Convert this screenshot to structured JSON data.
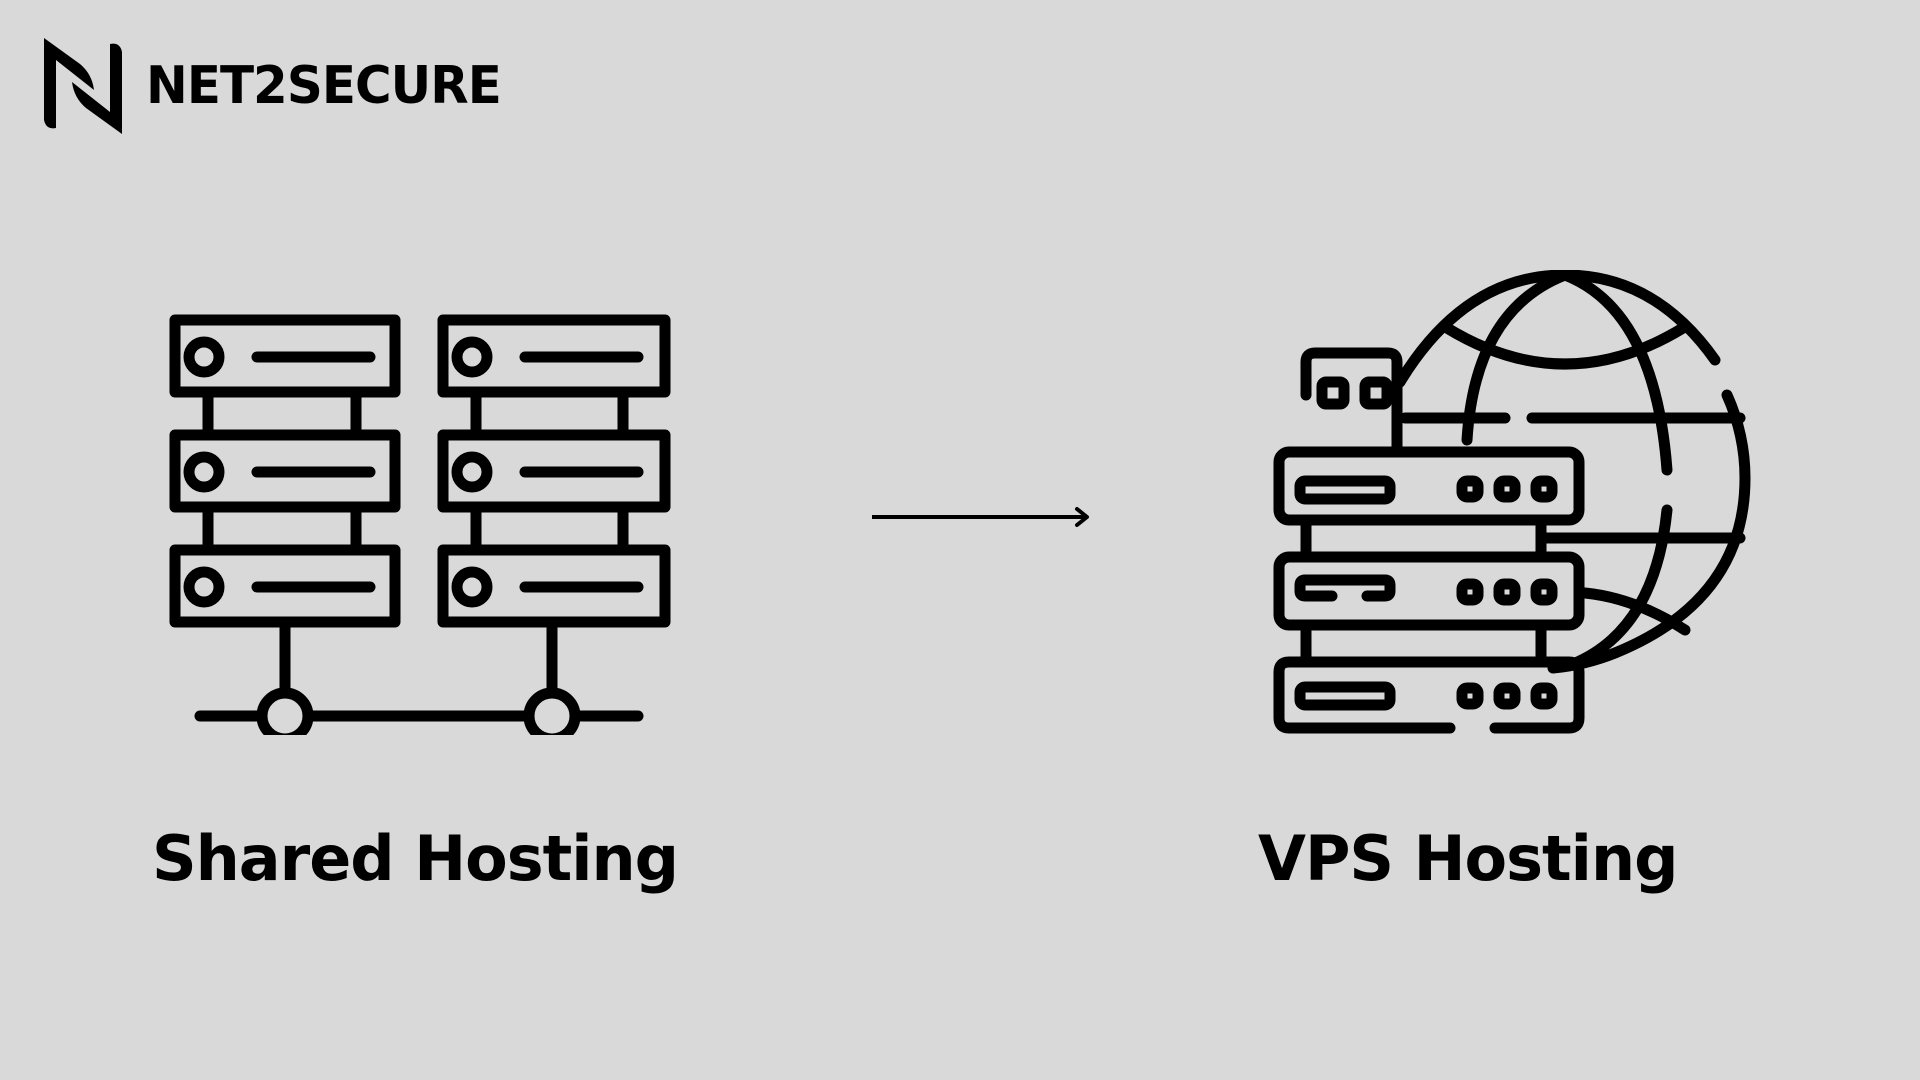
{
  "brand": {
    "name": "NET2SECURE",
    "logo_icon": "n-monogram-icon",
    "color": "#000000"
  },
  "background_color": "#d9d9d9",
  "comparison": {
    "left": {
      "label": "Shared Hosting",
      "icon": "server-racks-network-icon"
    },
    "connector": {
      "icon": "arrow-right-icon"
    },
    "right": {
      "label": "VPS Hosting",
      "icon": "server-globe-icon"
    }
  }
}
